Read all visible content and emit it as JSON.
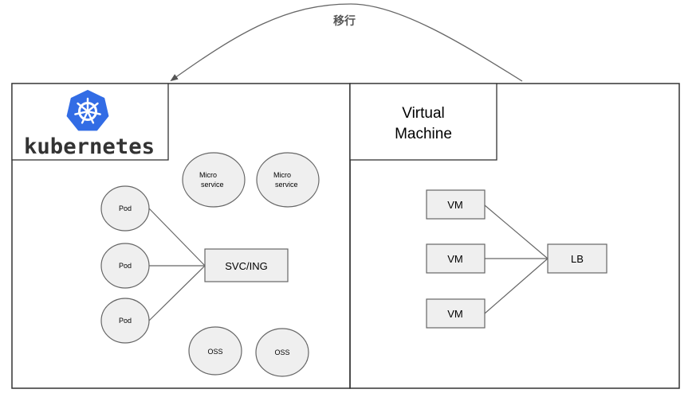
{
  "migration": {
    "label": "移行"
  },
  "kubernetes": {
    "logo_icon": "kubernetes-helm-wheel-icon",
    "wordmark": "kubernetes",
    "brand_color": "#326ce5",
    "microservices": [
      {
        "label_line1": "Micro",
        "label_line2": "service"
      },
      {
        "label_line1": "Micro",
        "label_line2": "service"
      }
    ],
    "pods": [
      {
        "label": "Pod"
      },
      {
        "label": "Pod"
      },
      {
        "label": "Pod"
      }
    ],
    "service": {
      "label": "SVC/ING"
    },
    "oss": [
      {
        "label": "OSS"
      },
      {
        "label": "OSS"
      }
    ]
  },
  "virtual_machine": {
    "title_line1": "Virtual",
    "title_line2": "Machine",
    "vms": [
      {
        "label": "VM"
      },
      {
        "label": "VM"
      },
      {
        "label": "VM"
      }
    ],
    "load_balancer": {
      "label": "LB"
    }
  },
  "colors": {
    "node_fill": "#efefef",
    "node_stroke": "#666666",
    "border": "#333333"
  }
}
